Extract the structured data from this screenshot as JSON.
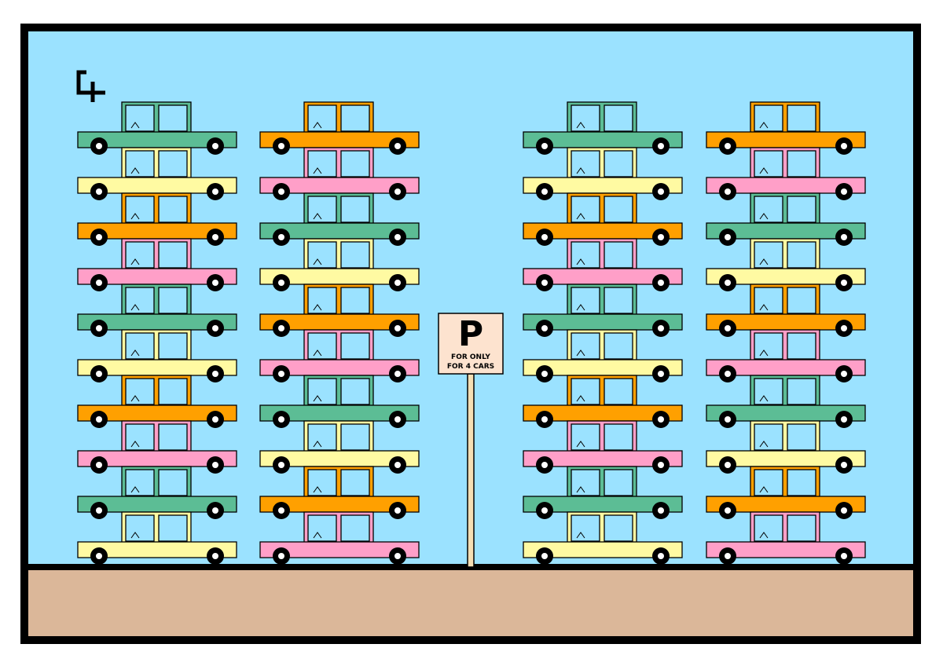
{
  "sign": {
    "letter": "P",
    "line1": "FOR ONLY",
    "line2": "FOR 4 CARS",
    "board_color": "#fde3cf",
    "pole_color": "#f5deb3"
  },
  "colors": {
    "sky": "#9be2ff",
    "ground": "#dbb799",
    "frame": "#000000",
    "green": "#5cbd95",
    "yellow": "#fffaa2",
    "orange": "#ffa000",
    "pink": "#ff9fc8",
    "wheel": "#000000",
    "window_fill": "#9be2ff"
  },
  "logo_icon": "artist-signature-icon",
  "stacks": [
    {
      "name": "stack-1",
      "cars": [
        "green",
        "yellow",
        "orange",
        "pink",
        "green",
        "yellow",
        "orange",
        "pink",
        "green",
        "yellow"
      ]
    },
    {
      "name": "stack-2",
      "cars": [
        "orange",
        "pink",
        "green",
        "yellow",
        "orange",
        "pink",
        "green",
        "yellow",
        "orange",
        "pink"
      ]
    },
    {
      "name": "stack-3",
      "cars": [
        "green",
        "yellow",
        "orange",
        "pink",
        "green",
        "yellow",
        "orange",
        "pink",
        "green",
        "yellow"
      ]
    },
    {
      "name": "stack-4",
      "cars": [
        "orange",
        "pink",
        "green",
        "yellow",
        "orange",
        "pink",
        "green",
        "yellow",
        "orange",
        "pink"
      ]
    }
  ]
}
